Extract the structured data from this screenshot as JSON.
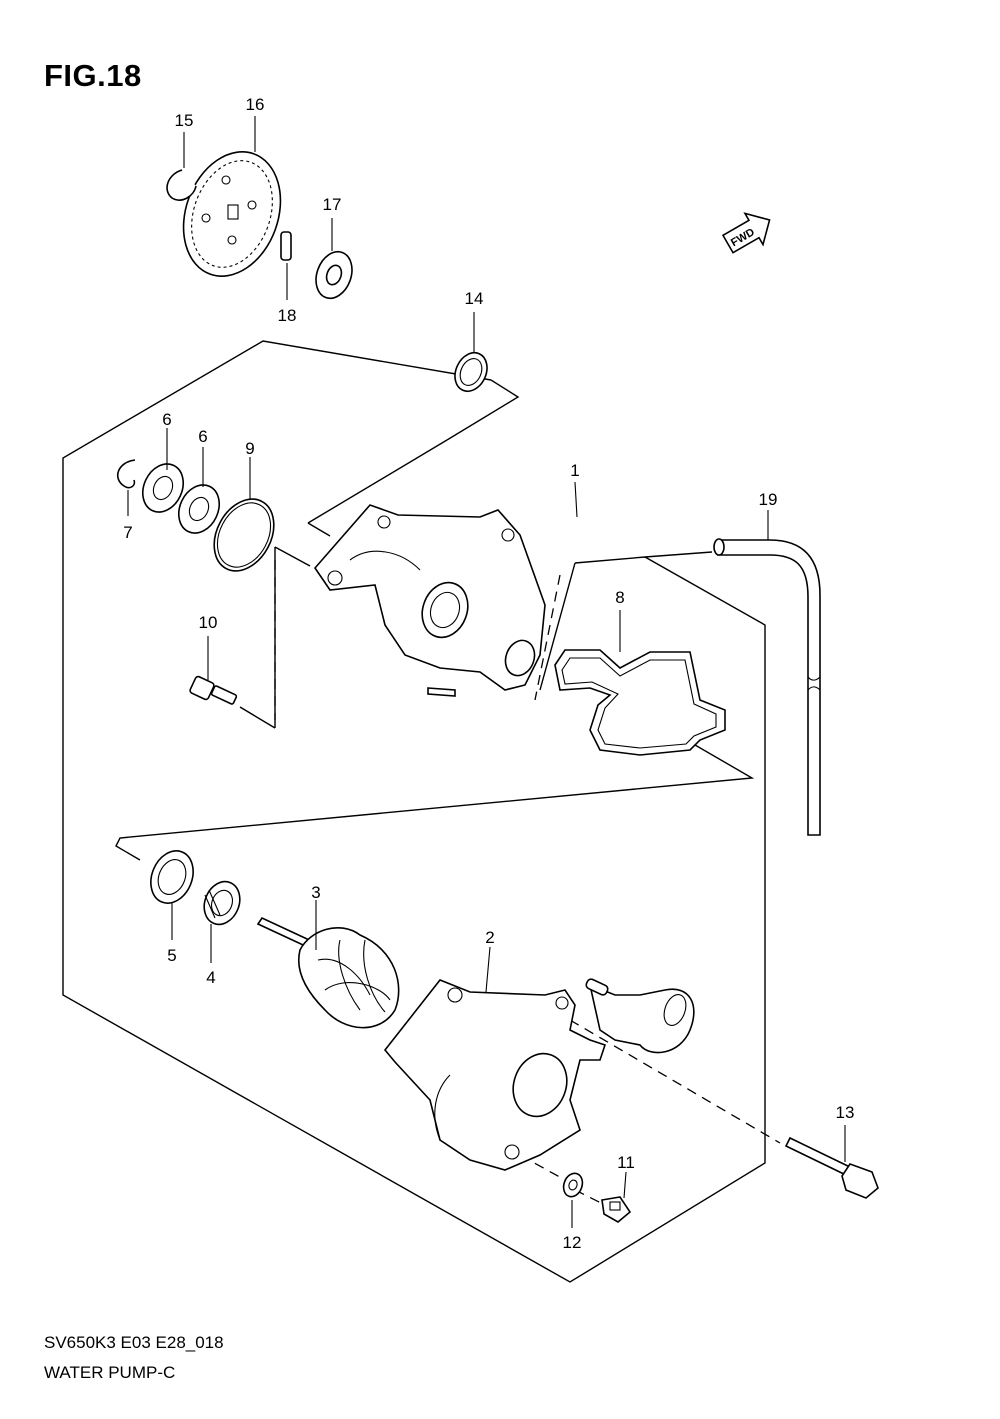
{
  "figure": {
    "title": "FIG.18"
  },
  "fwd_arrow": {
    "label": "FWD"
  },
  "callouts": [
    {
      "id": "c1",
      "label": "1"
    },
    {
      "id": "c2",
      "label": "2"
    },
    {
      "id": "c3",
      "label": "3"
    },
    {
      "id": "c4",
      "label": "4"
    },
    {
      "id": "c5",
      "label": "5"
    },
    {
      "id": "c6a",
      "label": "6"
    },
    {
      "id": "c6b",
      "label": "6"
    },
    {
      "id": "c7",
      "label": "7"
    },
    {
      "id": "c8",
      "label": "8"
    },
    {
      "id": "c9",
      "label": "9"
    },
    {
      "id": "c10",
      "label": "10"
    },
    {
      "id": "c11",
      "label": "11"
    },
    {
      "id": "c12",
      "label": "12"
    },
    {
      "id": "c13",
      "label": "13"
    },
    {
      "id": "c14",
      "label": "14"
    },
    {
      "id": "c15",
      "label": "15"
    },
    {
      "id": "c16",
      "label": "16"
    },
    {
      "id": "c17",
      "label": "17"
    },
    {
      "id": "c18",
      "label": "18"
    },
    {
      "id": "c19",
      "label": "19"
    }
  ],
  "footer": {
    "model_code": "SV650K3 E03 E28_018",
    "section_name": "WATER PUMP-C"
  }
}
